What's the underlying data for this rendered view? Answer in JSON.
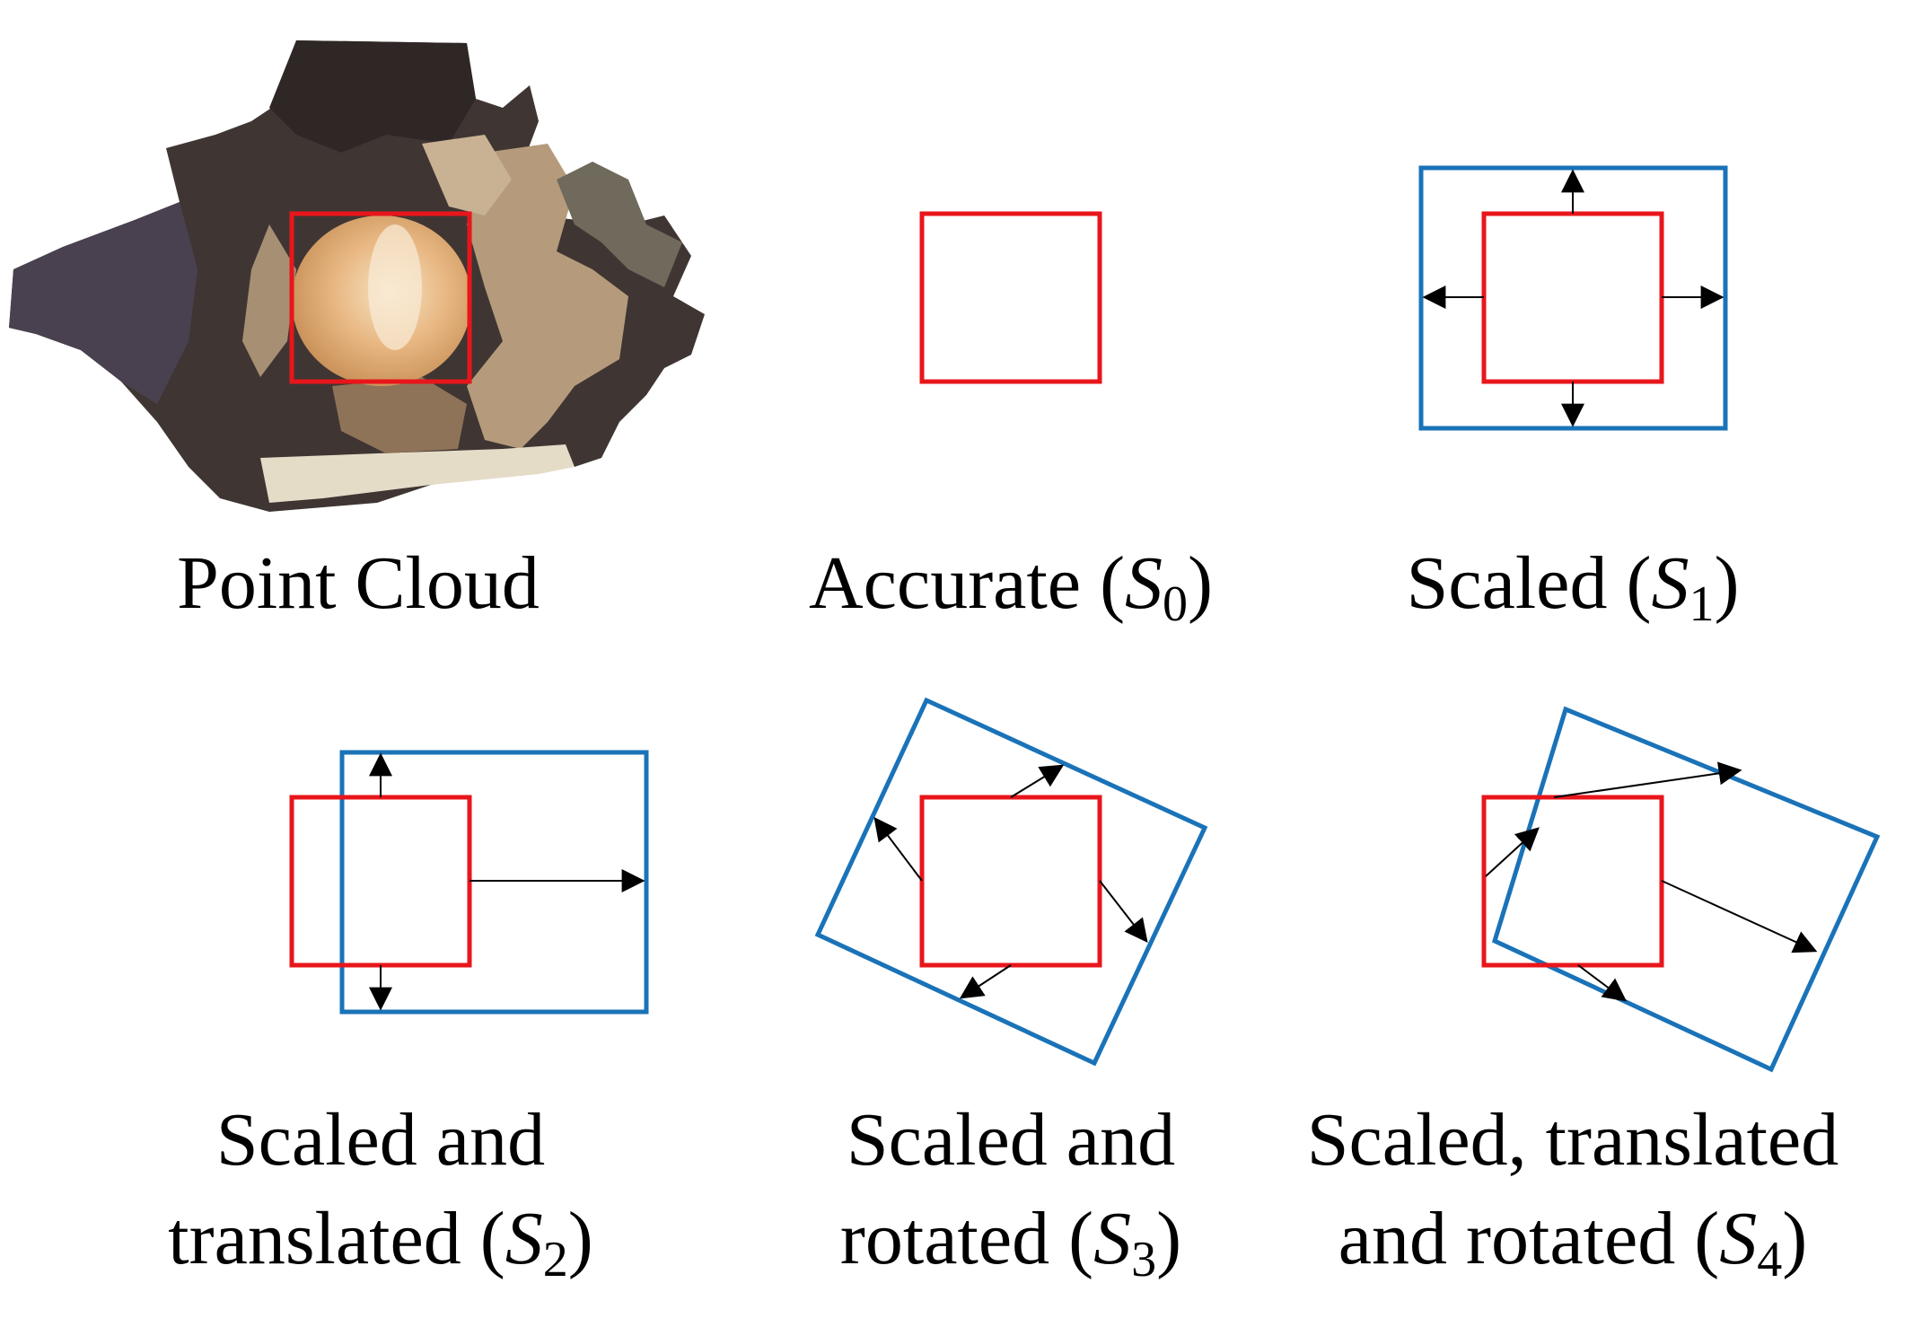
{
  "colors": {
    "accurate_box": "#e8161b",
    "perturbed_box": "#1a73b8",
    "arrow": "#000000"
  },
  "panels": [
    {
      "id": "point-cloud",
      "label": "Point Cloud"
    },
    {
      "id": "s0",
      "label_prefix": "Accurate (",
      "symbol": "S",
      "subscript": "0",
      "label_suffix": ")"
    },
    {
      "id": "s1",
      "label_prefix": "Scaled (",
      "symbol": "S",
      "subscript": "1",
      "label_suffix": ")"
    },
    {
      "id": "s2",
      "label_line1": "Scaled and",
      "label_prefix": "translated (",
      "symbol": "S",
      "subscript": "2",
      "label_suffix": ")"
    },
    {
      "id": "s3",
      "label_line1": "Scaled and",
      "label_prefix": "rotated (",
      "symbol": "S",
      "subscript": "3",
      "label_suffix": ")"
    },
    {
      "id": "s4",
      "label_line1": "Scaled, translated",
      "label_prefix": "and rotated (",
      "symbol": "S",
      "subscript": "4",
      "label_suffix": ")"
    }
  ]
}
